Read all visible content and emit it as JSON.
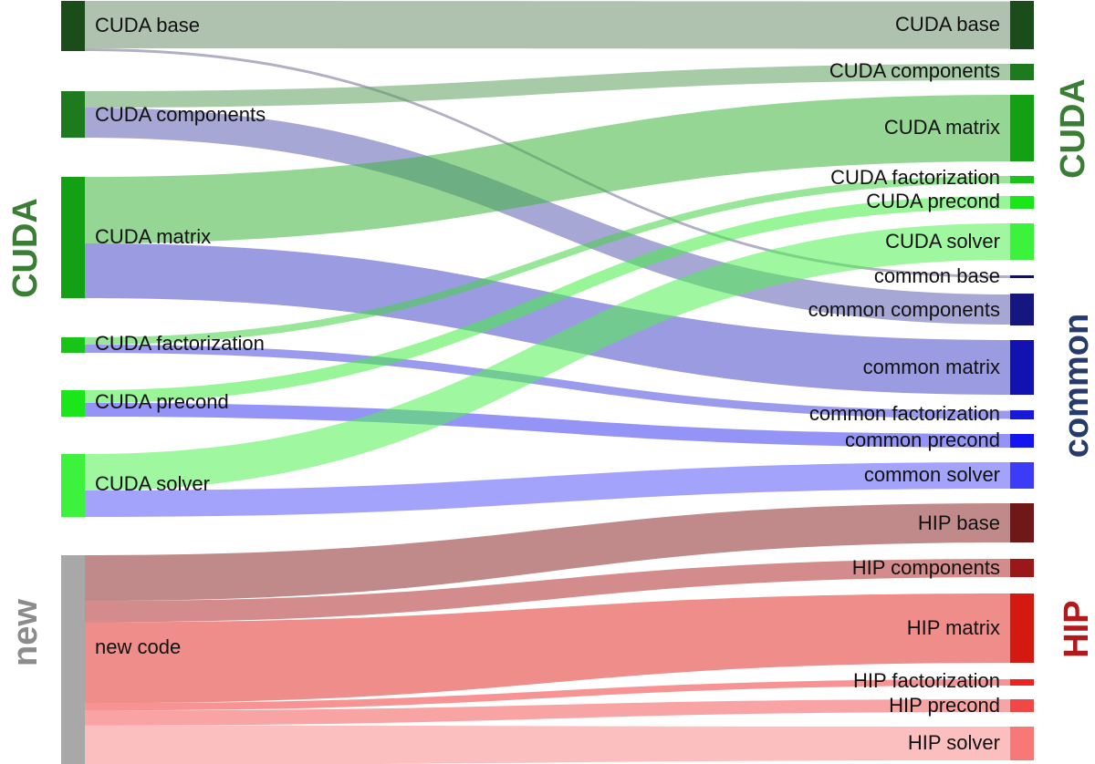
{
  "diagram": {
    "type": "sankey",
    "colors": {
      "background": "#ffffff"
    },
    "group_labels": [
      {
        "id": "left_cuda",
        "text": "CUDA",
        "color": "#3a7d34"
      },
      {
        "id": "left_new",
        "text": "new",
        "color": "#8c8c8c"
      },
      {
        "id": "right_cuda",
        "text": "CUDA",
        "color": "#3a7d34"
      },
      {
        "id": "right_common",
        "text": "common",
        "color": "#263a6b"
      },
      {
        "id": "right_hip",
        "text": "HIP",
        "color": "#b01a1a"
      }
    ],
    "source_nodes": [
      {
        "id": "s_cuda_base",
        "label": "CUDA base",
        "color": "#1a4d1a"
      },
      {
        "id": "s_cuda_components",
        "label": "CUDA components",
        "color": "#1e7a1e"
      },
      {
        "id": "s_cuda_matrix",
        "label": "CUDA matrix",
        "color": "#14a014"
      },
      {
        "id": "s_cuda_factorization",
        "label": "CUDA factorization",
        "color": "#18c418"
      },
      {
        "id": "s_cuda_precond",
        "label": "CUDA precond",
        "color": "#1ae61a"
      },
      {
        "id": "s_cuda_solver",
        "label": "CUDA solver",
        "color": "#3cf23c"
      },
      {
        "id": "s_new_code",
        "label": "new code",
        "color": "#a8a8a8"
      }
    ],
    "target_nodes": [
      {
        "id": "t_cuda_base",
        "label": "CUDA base",
        "color": "#1a4d1a"
      },
      {
        "id": "t_cuda_components",
        "label": "CUDA components",
        "color": "#1e7a1e"
      },
      {
        "id": "t_cuda_matrix",
        "label": "CUDA matrix",
        "color": "#14a014"
      },
      {
        "id": "t_cuda_factorization",
        "label": "CUDA factorization",
        "color": "#18c418"
      },
      {
        "id": "t_cuda_precond",
        "label": "CUDA precond",
        "color": "#1ae61a"
      },
      {
        "id": "t_cuda_solver",
        "label": "CUDA solver",
        "color": "#3cf23c"
      },
      {
        "id": "t_common_base",
        "label": "common base",
        "color": "#101060"
      },
      {
        "id": "t_common_components",
        "label": "common components",
        "color": "#161680"
      },
      {
        "id": "t_common_matrix",
        "label": "common matrix",
        "color": "#1212b0"
      },
      {
        "id": "t_common_factorization",
        "label": "common factorization",
        "color": "#1818d8"
      },
      {
        "id": "t_common_precond",
        "label": "common precond",
        "color": "#1414f0"
      },
      {
        "id": "t_common_solver",
        "label": "common solver",
        "color": "#3c3cf8"
      },
      {
        "id": "t_hip_base",
        "label": "HIP base",
        "color": "#701818"
      },
      {
        "id": "t_hip_components",
        "label": "HIP components",
        "color": "#9c1818"
      },
      {
        "id": "t_hip_matrix",
        "label": "HIP matrix",
        "color": "#d41a10"
      },
      {
        "id": "t_hip_factorization",
        "label": "HIP factorization",
        "color": "#ee2020"
      },
      {
        "id": "t_hip_precond",
        "label": "HIP precond",
        "color": "#f04848"
      },
      {
        "id": "t_hip_solver",
        "label": "HIP solver",
        "color": "#f87878"
      }
    ],
    "links": [
      {
        "source": "s_cuda_base",
        "target": "t_cuda_base",
        "value": 52,
        "color": "#6e8f6e"
      },
      {
        "source": "s_cuda_base",
        "target": "t_common_base",
        "value": 3,
        "color": "#6f6f95"
      },
      {
        "source": "s_cuda_components",
        "target": "t_cuda_components",
        "value": 18,
        "color": "#5e9e5e"
      },
      {
        "source": "s_cuda_components",
        "target": "t_common_components",
        "value": 33,
        "color": "#5f5fb5"
      },
      {
        "source": "s_cuda_matrix",
        "target": "t_cuda_matrix",
        "value": 73,
        "color": "#3eb53e"
      },
      {
        "source": "s_cuda_matrix",
        "target": "t_common_matrix",
        "value": 60,
        "color": "#4848c8"
      },
      {
        "source": "s_cuda_factorization",
        "target": "t_cuda_factorization",
        "value": 8,
        "color": "#44d444"
      },
      {
        "source": "s_cuda_factorization",
        "target": "t_common_factorization",
        "value": 9,
        "color": "#4848e0"
      },
      {
        "source": "s_cuda_precond",
        "target": "t_cuda_precond",
        "value": 14,
        "color": "#44ee44"
      },
      {
        "source": "s_cuda_precond",
        "target": "t_common_precond",
        "value": 15,
        "color": "#3c3cf0"
      },
      {
        "source": "s_cuda_solver",
        "target": "t_cuda_solver",
        "value": 40,
        "color": "#50f050"
      },
      {
        "source": "s_cuda_solver",
        "target": "t_common_solver",
        "value": 29,
        "color": "#5858f8"
      },
      {
        "source": "s_new_code",
        "target": "t_hip_base",
        "value": 43,
        "color": "#8e2a2a"
      },
      {
        "source": "s_new_code",
        "target": "t_hip_components",
        "value": 20,
        "color": "#b02c2c"
      },
      {
        "source": "s_new_code",
        "target": "t_hip_matrix",
        "value": 76,
        "color": "#e0302a"
      },
      {
        "source": "s_new_code",
        "target": "t_hip_factorization",
        "value": 7,
        "color": "#f03a3a"
      },
      {
        "source": "s_new_code",
        "target": "t_hip_precond",
        "value": 14,
        "color": "#f25a5a"
      },
      {
        "source": "s_new_code",
        "target": "t_hip_solver",
        "value": 37,
        "color": "#fa8a8a"
      }
    ]
  }
}
